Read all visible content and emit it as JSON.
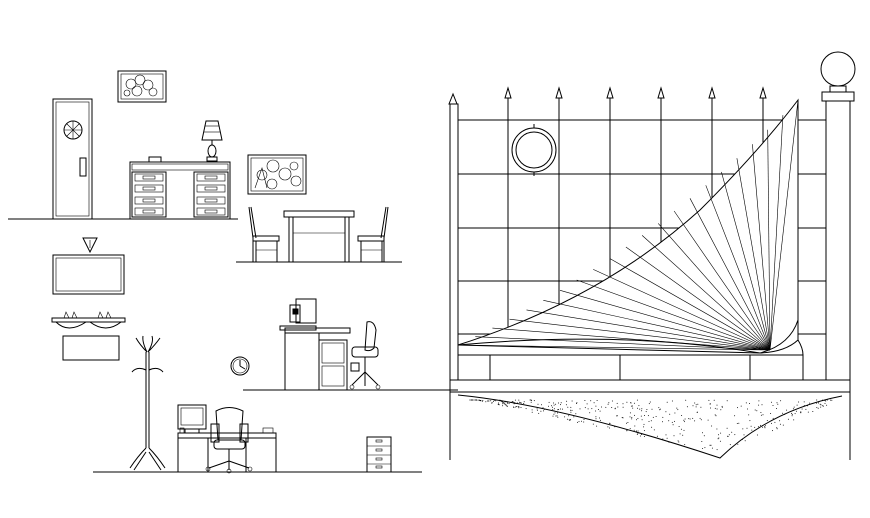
{
  "drawing": {
    "type": "CAD furniture elevation drawing",
    "background": "#ffffff",
    "line_color": "#000000"
  },
  "groups": [
    {
      "name": "bedroom-elevation",
      "items": [
        "door",
        "framed-picture",
        "table-lamp",
        "dresser-desk",
        "framed-picture",
        "dining-table",
        "dining-chair",
        "dining-chair"
      ]
    },
    {
      "name": "bathroom-elevation",
      "items": [
        "mirror",
        "wash-basin-counter",
        "coat-stand"
      ]
    },
    {
      "name": "office-elevation",
      "items": [
        "wall-clock",
        "computer-desk",
        "office-chair",
        "filing-cabinet"
      ]
    },
    {
      "name": "canopy-bed-elevation",
      "items": [
        "finial-posts",
        "lamp-post",
        "round-mirror",
        "draped-canopy",
        "bed-frame",
        "bed-skirt"
      ]
    }
  ]
}
